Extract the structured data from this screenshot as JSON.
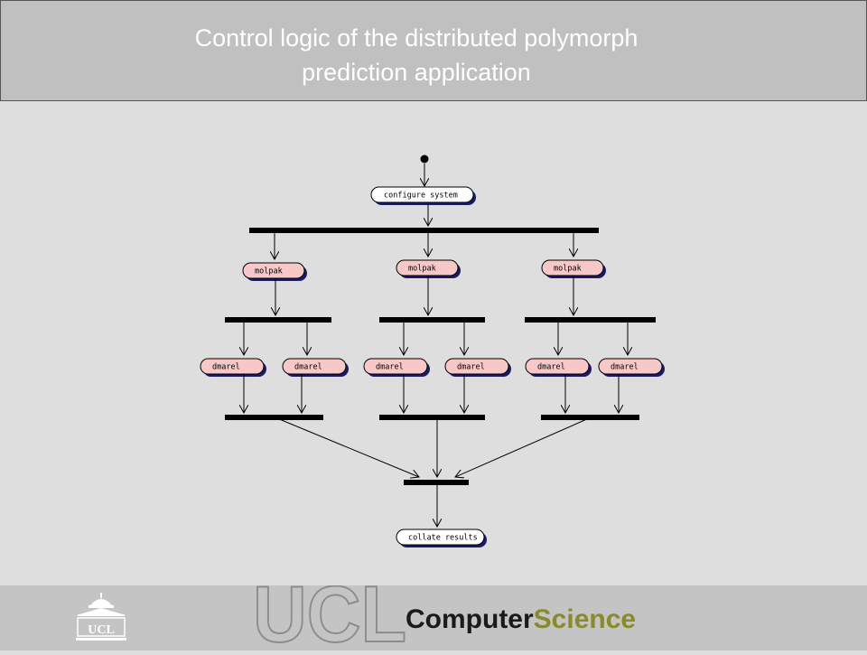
{
  "slide": {
    "title_line1": "Control logic of the distributed polymorph",
    "title_line2": "prediction application"
  },
  "diagram": {
    "configure": "configure system",
    "branches": [
      {
        "task": "molpak",
        "subtasks": [
          "dmarel",
          "dmarel"
        ]
      },
      {
        "task": "molpak",
        "subtasks": [
          "dmarel",
          "dmarel"
        ]
      },
      {
        "task": "molpak",
        "subtasks": [
          "dmarel",
          "dmarel"
        ]
      }
    ],
    "collate": "collate results"
  },
  "footer": {
    "crest_text": "UCL",
    "wordmark": "UCL",
    "dept_part1": "Computer",
    "dept_part2": "Science"
  },
  "colors": {
    "title_bg": "#c0c0c0",
    "activity_white": "#ffffff",
    "activity_pink": "#f8c8c8",
    "activity_shadow": "#1a1a66",
    "bar": "#000000",
    "dept_dark": "#1a1a1a",
    "dept_accent": "#8a8a2a"
  }
}
